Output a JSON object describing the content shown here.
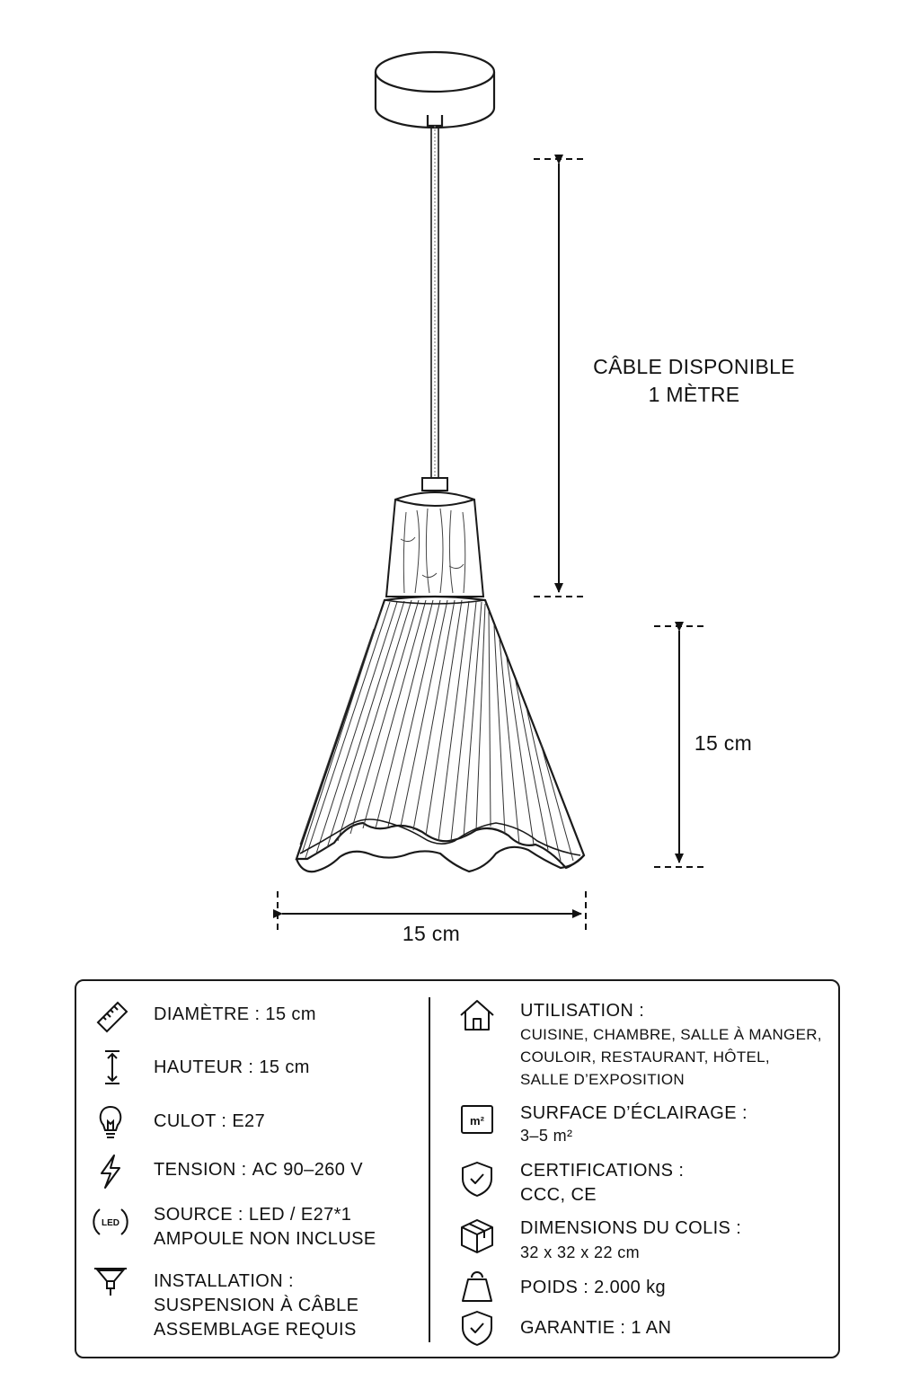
{
  "dimensions": {
    "cable_label_line1": "CÂBLE DISPONIBLE",
    "cable_label_line2": "1 MÈTRE",
    "height_label": "15 cm",
    "diameter_label": "15 cm"
  },
  "specs_left": [
    {
      "icon": "ruler-icon",
      "label": "DIAMÈTRE :",
      "value": "15 cm"
    },
    {
      "icon": "height-arrow-icon",
      "label": "HAUTEUR :",
      "value": "15 cm"
    },
    {
      "icon": "bulb-icon",
      "label": "CULOT :",
      "value": "E27"
    },
    {
      "icon": "lightning-icon",
      "label": "TENSION :",
      "value": "AC 90–260 V"
    },
    {
      "icon": "led-icon",
      "icon_text": "LED",
      "label": "SOURCE :",
      "value": "LED / E27*1",
      "line2": "AMPOULE NON INCLUSE"
    },
    {
      "icon": "pendant-lamp-icon",
      "label": "INSTALLATION :",
      "line2": "SUSPENSION À CÂBLE",
      "line3": "ASSEMBLAGE REQUIS"
    }
  ],
  "specs_right": [
    {
      "icon": "house-icon",
      "label": "UTILISATION :",
      "line2": "CUISINE, CHAMBRE, SALLE À MANGER,",
      "line3": "COULOIR, RESTAURANT, HÔTEL,",
      "line4": "SALLE D’EXPOSITION"
    },
    {
      "icon": "area-m2-icon",
      "icon_text": "m²",
      "label": "SURFACE D’ÉCLAIRAGE :",
      "line2": "3–5 m²"
    },
    {
      "icon": "shield-check-icon",
      "label": "CERTIFICATIONS :",
      "line2": "CCC, CE"
    },
    {
      "icon": "box-icon",
      "label": "DIMENSIONS DU COLIS :",
      "line2": "32 x 32 x 22 cm"
    },
    {
      "icon": "weight-icon",
      "label": "POIDS :",
      "value": "2.000 kg"
    },
    {
      "icon": "shield-check-icon",
      "label": "GARANTIE :",
      "value": "1 AN"
    }
  ]
}
